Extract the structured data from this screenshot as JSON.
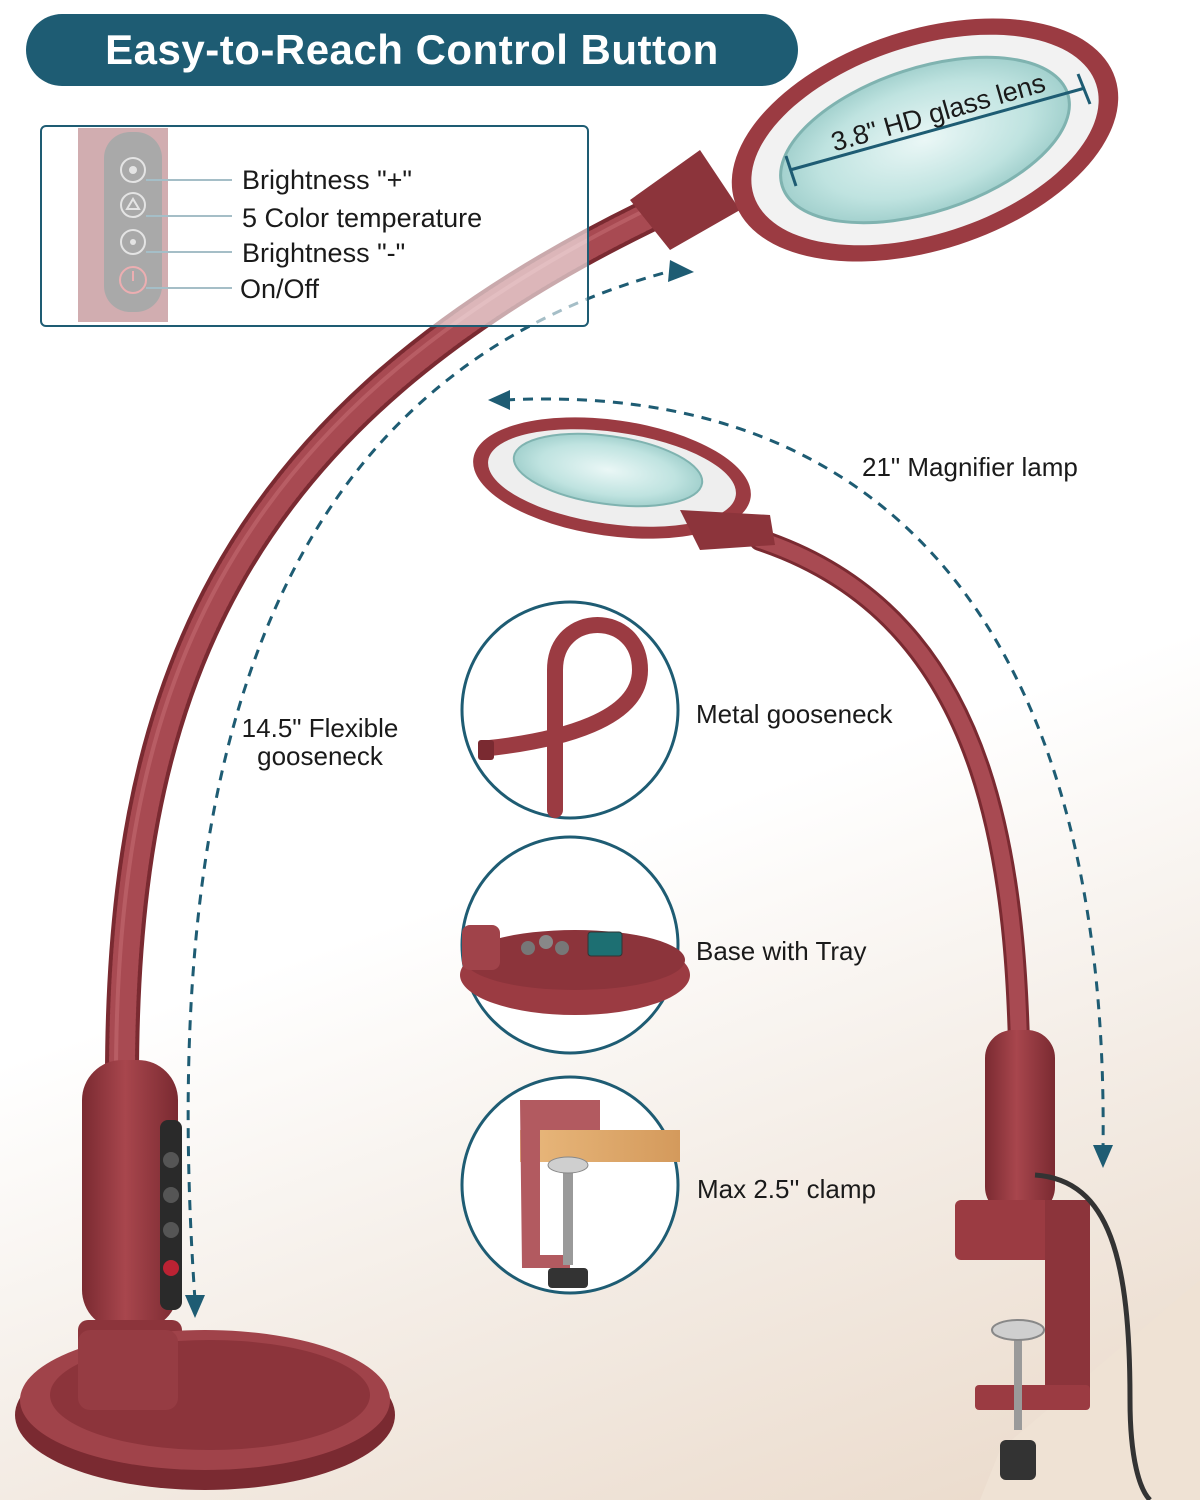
{
  "banner": {
    "title": "Easy-to-Reach Control Button"
  },
  "control_panel": {
    "buttons": [
      {
        "label": "Brightness \"+\"",
        "icon": "brightness-up-icon"
      },
      {
        "label": "5 Color temperature",
        "icon": "color-temperature-icon"
      },
      {
        "label": "Brightness \"-\"",
        "icon": "brightness-down-icon"
      },
      {
        "label": "On/Off",
        "icon": "power-icon"
      }
    ]
  },
  "annotations": {
    "lens": "3.8\" HD glass lens",
    "lamp_length": "21\" Magnifier lamp",
    "gooseneck_line1": "14.5\" Flexible",
    "gooseneck_line2": "gooseneck"
  },
  "features": [
    {
      "label": "Metal gooseneck"
    },
    {
      "label": "Base with Tray"
    },
    {
      "label": "Max 2.5'' clamp"
    }
  ],
  "colors": {
    "accent": "#1e5c73",
    "lamp_body": "#9b3b42",
    "lamp_dark": "#7a2a31",
    "lens": "#bfe3e0"
  }
}
